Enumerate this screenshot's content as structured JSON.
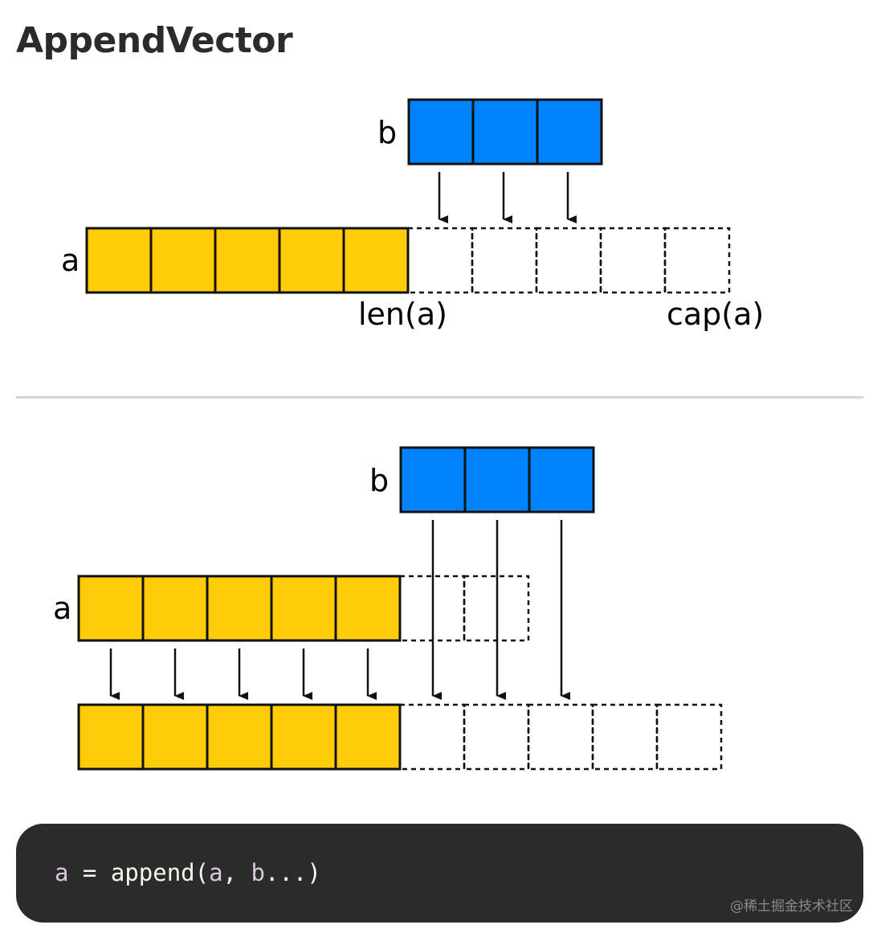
{
  "title": "AppendVector",
  "colors": {
    "a_cell": "#fecc08",
    "b_cell": "#0083fd",
    "stroke": "#111111",
    "code_bg": "#2b2b2b",
    "code_var": "#dcc6e0",
    "code_text": "#f8f8f2"
  },
  "diagram_top": {
    "label_a": "a",
    "label_b": "b",
    "label_len": "len(a)",
    "label_cap": "cap(a)",
    "a_filled_cells": 5,
    "a_empty_cells": 5,
    "b_cells": 3
  },
  "diagram_bottom": {
    "label_a": "a",
    "label_b": "b",
    "a_filled_cells": 5,
    "a_empty_cells": 2,
    "b_cells": 3,
    "result_filled_cells": 5,
    "result_empty_cells": 5
  },
  "code": {
    "var_a": "a",
    "assign": " = ",
    "func": "append(",
    "arg_a": "a",
    "sep": ", ",
    "arg_b": "b",
    "rest": "...)"
  },
  "watermark": "@稀土掘金技术社区"
}
